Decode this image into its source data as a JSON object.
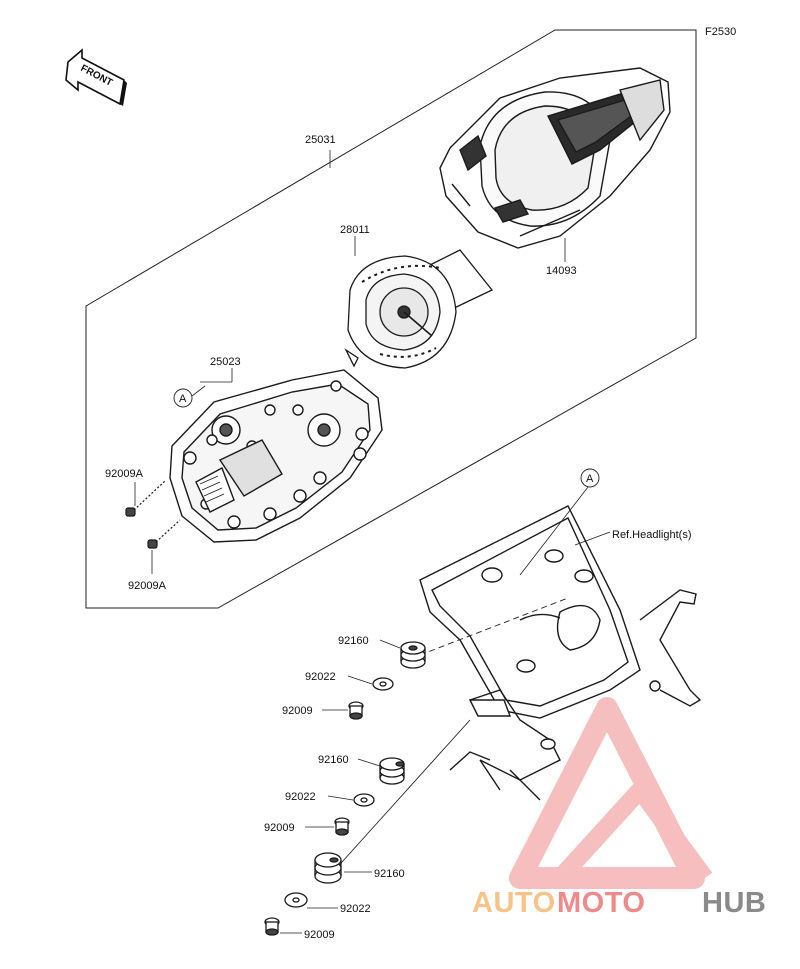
{
  "figure_id": "F2530",
  "front_label": "FRONT",
  "ref_text": "Ref.Headlight(s)",
  "callout_letter": "A",
  "parts": {
    "meter_assembly": "25031",
    "meter_unit": "28011",
    "cover": "14093",
    "case": "25023",
    "screw_a_upper": "92009A",
    "screw_a_lower": "92009A",
    "damper_1": "92160",
    "washer_1": "92022",
    "screw_1": "92009",
    "damper_2": "92160",
    "washer_2": "92022",
    "screw_2": "92009",
    "damper_3": "92160",
    "washer_3": "92022",
    "screw_3": "92009"
  },
  "watermark": {
    "part1": "AUTO",
    "part2": "MOTO",
    "part3": "HUB"
  },
  "colors": {
    "line": "#1a1a1a",
    "watermark_orange": "#f6c489",
    "watermark_red": "#ef8a8a",
    "watermark_gray": "#8a8a8a"
  }
}
